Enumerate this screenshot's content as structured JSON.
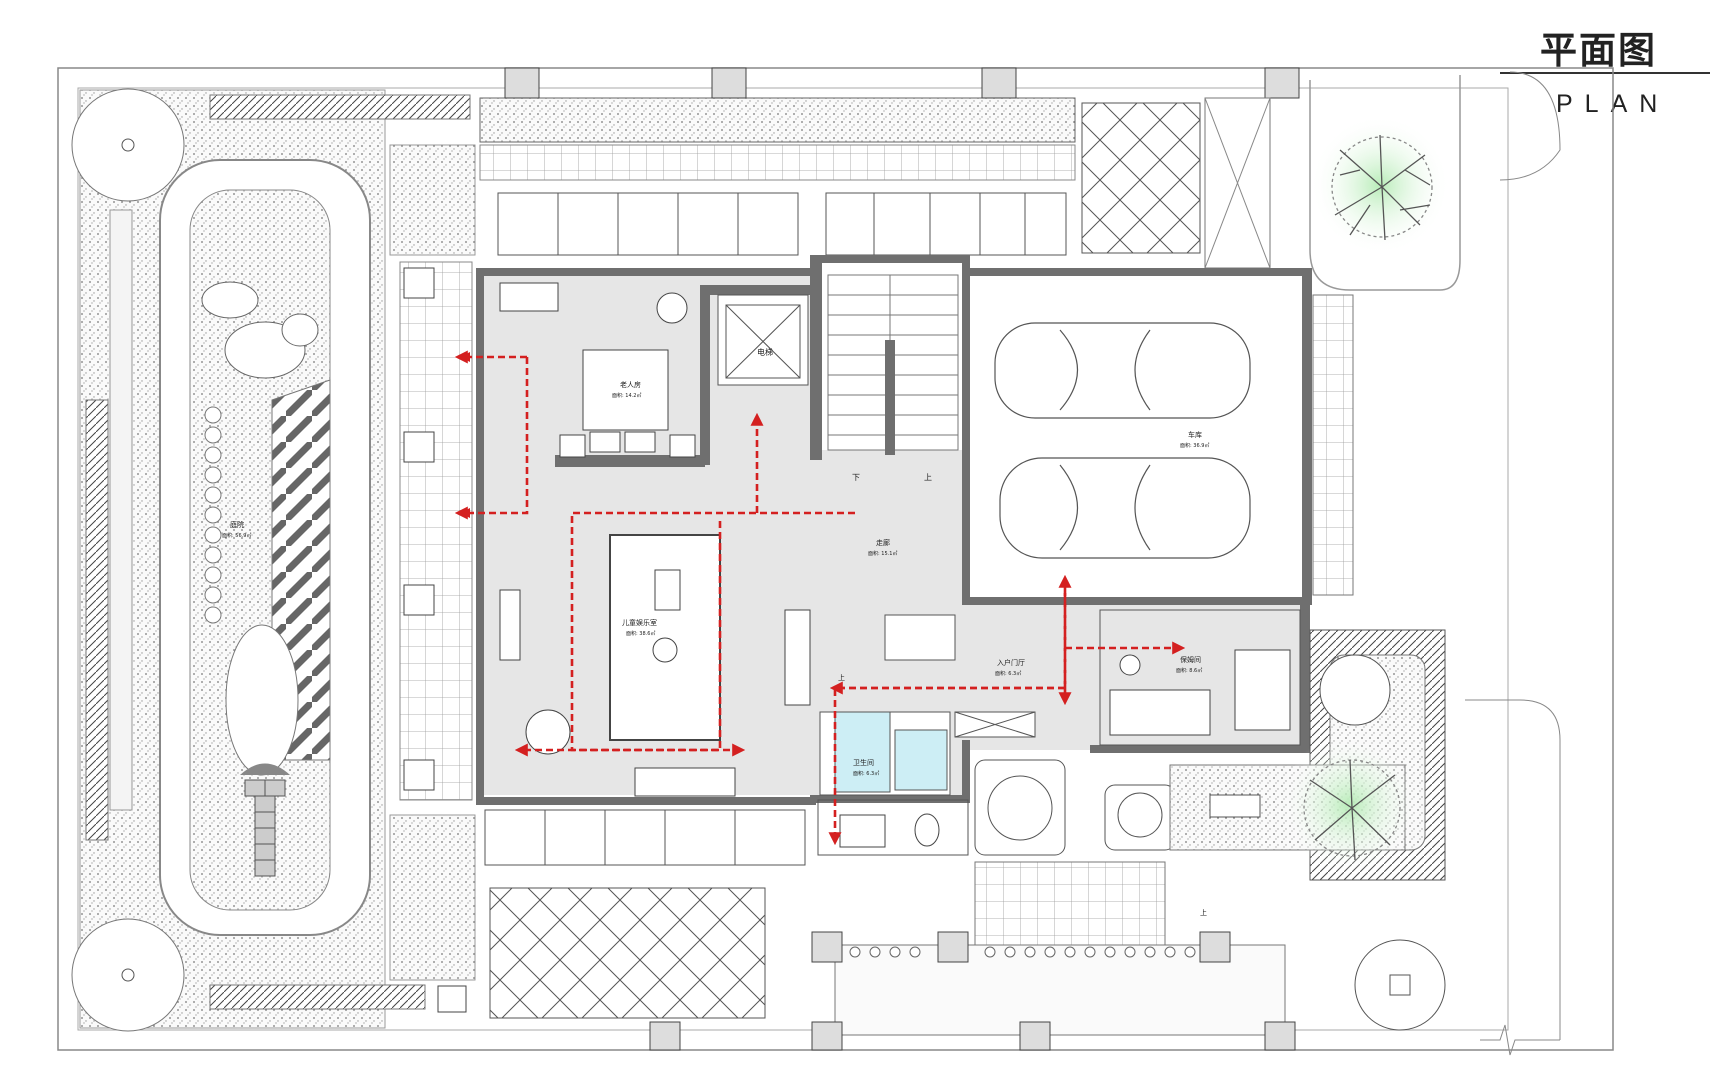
{
  "header": {
    "title_zh": "平面图",
    "title_en": "PLAN"
  },
  "rooms": {
    "elder_room": {
      "name": "老人房",
      "area": "面积: 14.2㎡"
    },
    "elevator": {
      "name": "电梯"
    },
    "garage": {
      "name": "车库",
      "area": "面积: 36.9㎡"
    },
    "corridor": {
      "name": "走廊",
      "area": "面积: 15.1㎡"
    },
    "kids_room": {
      "name": "儿童娱乐室",
      "area": "面积: 38.6㎡"
    },
    "entrance_hall": {
      "name": "入户门厅",
      "area": "面积: 6.3㎡"
    },
    "nanny_room": {
      "name": "保姆间",
      "area": "面积: 8.6㎡"
    },
    "bathroom": {
      "name": "卫生间",
      "area": "面积: 6.3㎡"
    },
    "garden": {
      "name": "庭院",
      "area": "面积: 56.9㎡"
    }
  },
  "stair_labels": {
    "down": "下",
    "up": "上",
    "up2": "上",
    "up3": "上"
  },
  "colors": {
    "circulation": "#d42020",
    "floor": "#e6e6e6",
    "wall": "#6f6f6f",
    "glass": "#cdeef5",
    "tree_glow": "#c8f0c8"
  },
  "icons": [
    "tree-icon",
    "car-icon",
    "bed-icon",
    "toilet-icon",
    "sink-icon",
    "door-swing-icon"
  ]
}
